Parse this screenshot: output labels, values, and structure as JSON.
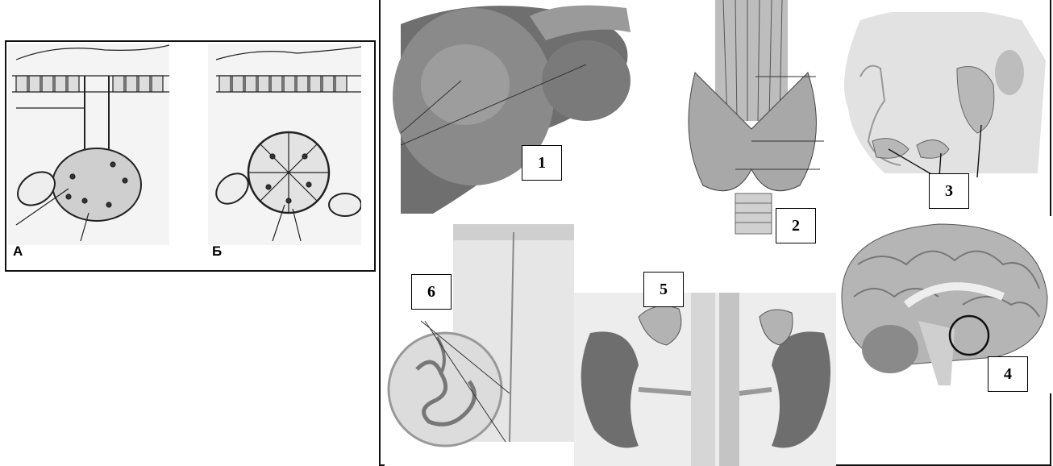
{
  "left_panel": {
    "label_a": "А",
    "label_b": "Б"
  },
  "right_panel": {
    "labels": [
      "1",
      "2",
      "3",
      "4",
      "5",
      "6"
    ]
  },
  "icons": {
    "panel_a": "exocrine-gland-icon",
    "panel_b": "endocrine-gland-icon",
    "organ_1": "liver-icon",
    "organ_2": "thyroid-icon",
    "organ_3": "salivary-glands-icon",
    "organ_4": "brain-pituitary-icon",
    "organ_5": "kidneys-adrenal-icon",
    "organ_6": "sweat-gland-icon"
  }
}
